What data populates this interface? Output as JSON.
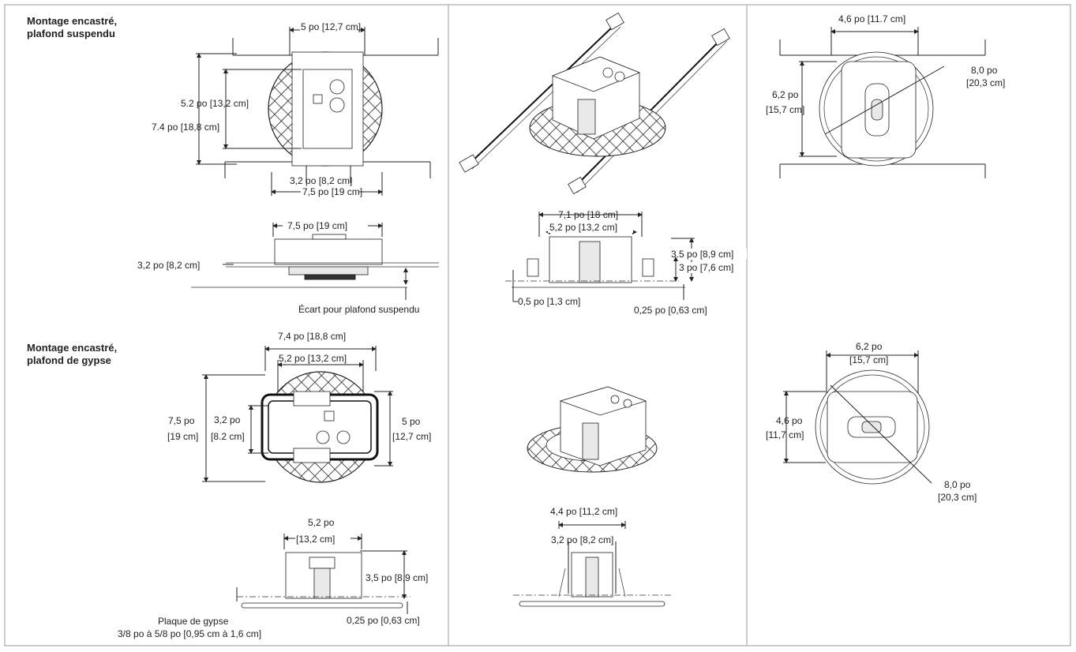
{
  "panels": {
    "left": {
      "heading_suspended_1": "Montage encastré,",
      "heading_suspended_2": "plafond suspendu",
      "heading_gypsum_1": "Montage encastré,",
      "heading_gypsum_2": "plafond de gypse",
      "top_width": "5 po [12,7 cm]",
      "inner_height": "5.2 po [13,2 cm]",
      "outer_height": "7.4 po [18,8 cm]",
      "bottom_inner_width": "3,2 po [8,2 cm]",
      "bottom_outer_width": "7,5 po [19 cm]",
      "side_width": "7,5 po [19 cm]",
      "side_height": "3,2 po [8,2 cm]",
      "clearance_label": "Écart pour plafond suspendu",
      "g_outer_width": "7,4 po [18,8 cm]",
      "g_inner_width": "5,2 po [13,2 cm]",
      "g_left_height_1": "7,5 po",
      "g_left_height_2": "[19 cm]",
      "g_inner_height_1": "3,2 po",
      "g_inner_height_2": "[8.2 cm]",
      "g_right_height_1": "5 po",
      "g_right_height_2": "[12,7 cm]",
      "g_side_width_1": "5,2 po",
      "g_side_width_2": "[13,2 cm]",
      "g_side_height": "3,5 po [8,9 cm]",
      "g_plate_thickness": "0,25 po [0,63 cm]",
      "gypsum_label_1": "Plaque de gypse",
      "gypsum_label_2": "3/8 po à 5/8 po [0,95 cm à 1,6 cm]"
    },
    "middle": {
      "outer_width": "7,1 po [18 cm]",
      "inner_width": "5,2 po [13,2 cm]",
      "height_a": "3.5 po [8,9 cm]",
      "height_b": "3 po [7,6 cm]",
      "offset": "0,5 po [1,3 cm]",
      "plate": "0,25 po [0,63 cm]",
      "g_outer_width": "4,4 po [11,2 cm]",
      "g_inner_width": "3,2 po [8,2 cm]"
    },
    "right": {
      "top_width": "4,6 po [11.7 cm]",
      "diameter_1": "8,0 po",
      "diameter_2": "[20,3 cm]",
      "height_1": "6,2 po",
      "height_2": "[15,7 cm]",
      "g_width_1": "6,2 po",
      "g_width_2": "[15,7 cm]",
      "g_height_1": "4,6 po",
      "g_height_2": "[11,7 cm]",
      "g_diameter_1": "8,0 po",
      "g_diameter_2": "[20,3 cm]"
    }
  }
}
